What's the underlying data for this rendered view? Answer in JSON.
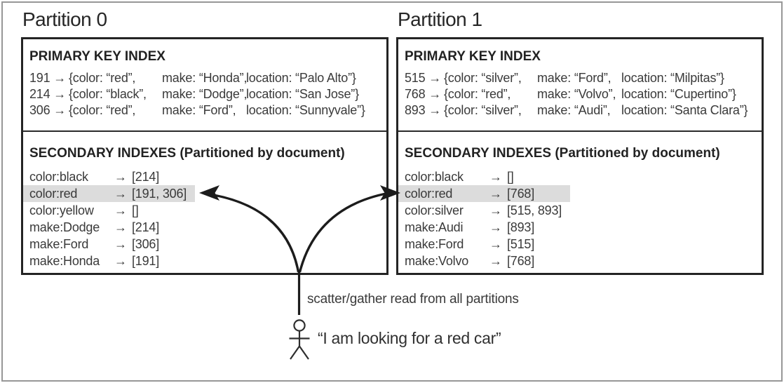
{
  "figure": {
    "scatter_label": "scatter/gather read from all partitions",
    "user_quote": "“I am looking for a red car”"
  },
  "colors": {
    "highlight_row": "#dcdcdc",
    "box_border": "#242424",
    "outer_frame": "#979797",
    "text": "#3a3a3a",
    "arrow": "#1c1c1c"
  },
  "icons": {
    "user": "stick-figure-person",
    "map_arrow": "→"
  },
  "partitions": [
    {
      "title": "Partition 0",
      "primary_index": {
        "heading": "PRIMARY KEY INDEX",
        "rows": [
          {
            "id": "191 →",
            "color": "{color: “red”,",
            "make": "make: “Honda”,",
            "location": "location: “Palo Alto”}"
          },
          {
            "id": "214 →",
            "color": "{color: “black”,",
            "make": "make: “Dodge”,",
            "location": "location: “San Jose”}"
          },
          {
            "id": "306 →",
            "color": "{color: “red”,",
            "make": "make: “Ford”,",
            "location": "location: “Sunnyvale”}"
          }
        ]
      },
      "secondary_index": {
        "heading": "SECONDARY INDEXES (Partitioned by document)",
        "rows": [
          {
            "key": "color:black",
            "arrow": "→",
            "value": "[214]",
            "highlighted": false
          },
          {
            "key": "color:red",
            "arrow": "→",
            "value": "[191, 306]",
            "highlighted": true
          },
          {
            "key": "color:yellow",
            "arrow": "→",
            "value": "[]",
            "highlighted": false
          },
          {
            "key": "make:Dodge",
            "arrow": "→",
            "value": "[214]",
            "highlighted": false
          },
          {
            "key": "make:Ford",
            "arrow": "→",
            "value": "[306]",
            "highlighted": false
          },
          {
            "key": "make:Honda",
            "arrow": "→",
            "value": "[191]",
            "highlighted": false
          }
        ]
      }
    },
    {
      "title": "Partition 1",
      "primary_index": {
        "heading": "PRIMARY KEY INDEX",
        "rows": [
          {
            "id": "515 →",
            "color": "{color: “silver”,",
            "make": "make: “Ford”,",
            "location": "location: “Milpitas”}"
          },
          {
            "id": "768 →",
            "color": "{color: “red”,",
            "make": "make: “Volvo”,",
            "location": "location: “Cupertino”}"
          },
          {
            "id": "893 →",
            "color": "{color: “silver”,",
            "make": "make: “Audi”,",
            "location": "location: “Santa Clara”}"
          }
        ]
      },
      "secondary_index": {
        "heading": "SECONDARY INDEXES (Partitioned by document)",
        "rows": [
          {
            "key": "color:black",
            "arrow": "→",
            "value": "[]",
            "highlighted": false
          },
          {
            "key": "color:red",
            "arrow": "→",
            "value": "[768]",
            "highlighted": true
          },
          {
            "key": "color:silver",
            "arrow": "→",
            "value": "[515, 893]",
            "highlighted": false
          },
          {
            "key": "make:Audi",
            "arrow": "→",
            "value": "[893]",
            "highlighted": false
          },
          {
            "key": "make:Ford",
            "arrow": "→",
            "value": "[515]",
            "highlighted": false
          },
          {
            "key": "make:Volvo",
            "arrow": "→",
            "value": "[768]",
            "highlighted": false
          }
        ]
      }
    }
  ]
}
